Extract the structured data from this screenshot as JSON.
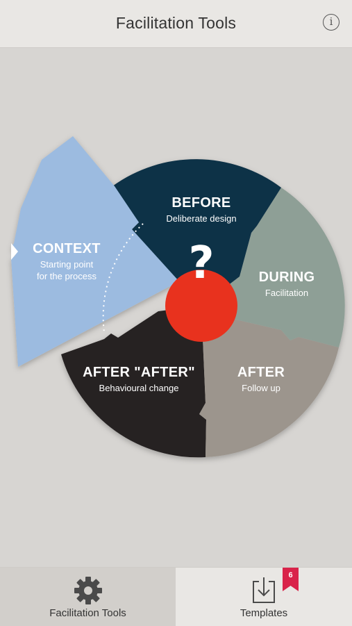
{
  "header": {
    "title": "Facilitation Tools",
    "info_icon": "info-icon"
  },
  "wheel": {
    "segments": [
      {
        "id": "before",
        "title": "BEFORE",
        "subtitle": "Deliberate design",
        "color": "#0f3146"
      },
      {
        "id": "during",
        "title": "DURING",
        "subtitle": "Facilitation",
        "color": "#8e9f96"
      },
      {
        "id": "after",
        "title": "AFTER",
        "subtitle": "Follow up",
        "color": "#9c958d"
      },
      {
        "id": "after-after",
        "title": "AFTER \"AFTER\"",
        "subtitle": "Behavioural change",
        "color": "#262323"
      },
      {
        "id": "context",
        "title": "CONTEXT",
        "subtitle_line1": "Starting point",
        "subtitle_line2": "for the process",
        "color": "#9cbbe0"
      }
    ],
    "center": {
      "symbol": "?",
      "color": "#e8321e"
    }
  },
  "tabbar": {
    "tabs": [
      {
        "label": "Facilitation Tools",
        "icon": "gear-icon",
        "active": true
      },
      {
        "label": "Templates",
        "icon": "download-tray-icon",
        "active": false,
        "badge": "6"
      }
    ],
    "badge_color": "#d9234a"
  }
}
